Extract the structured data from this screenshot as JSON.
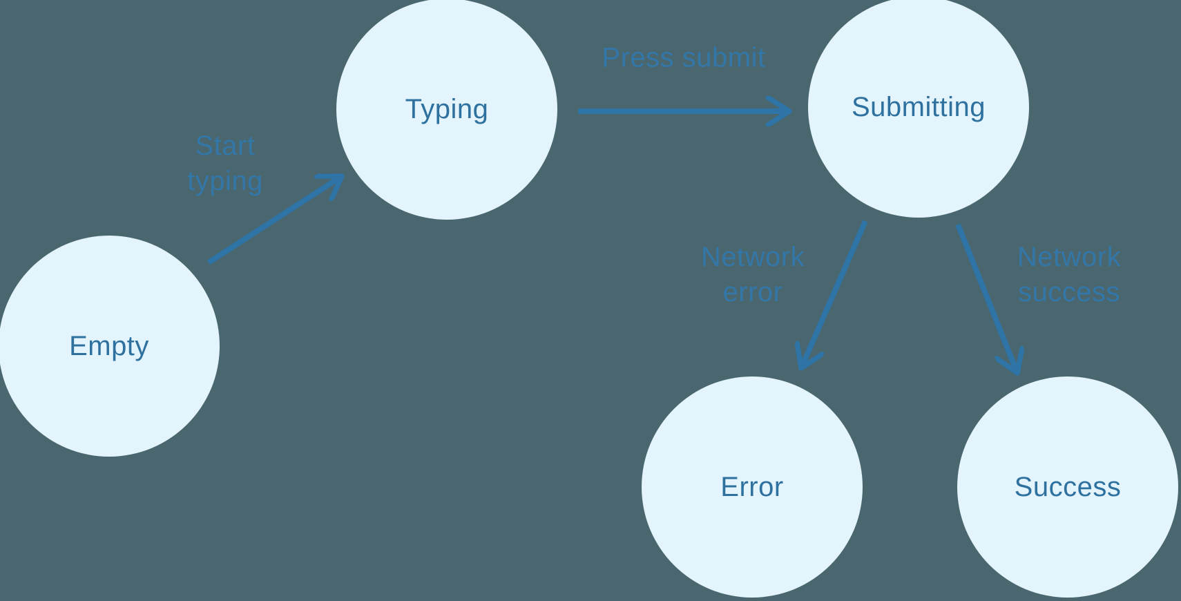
{
  "diagram": {
    "type": "state-machine",
    "colors": {
      "background": "#4a666f",
      "node_fill": "#e3f4fd",
      "node_text": "#2e719f",
      "arrow": "#2e74a6",
      "edge_label_text": "#3377a8"
    },
    "states": [
      {
        "id": "empty",
        "label": "Empty"
      },
      {
        "id": "typing",
        "label": "Typing"
      },
      {
        "id": "submitting",
        "label": "Submitting"
      },
      {
        "id": "error",
        "label": "Error"
      },
      {
        "id": "success",
        "label": "Success"
      }
    ],
    "transitions": [
      {
        "from": "empty",
        "to": "typing",
        "label": "Start\ntyping"
      },
      {
        "from": "typing",
        "to": "submitting",
        "label": "Press submit"
      },
      {
        "from": "submitting",
        "to": "error",
        "label": "Network\nerror"
      },
      {
        "from": "submitting",
        "to": "success",
        "label": "Network\nsuccess"
      }
    ]
  }
}
